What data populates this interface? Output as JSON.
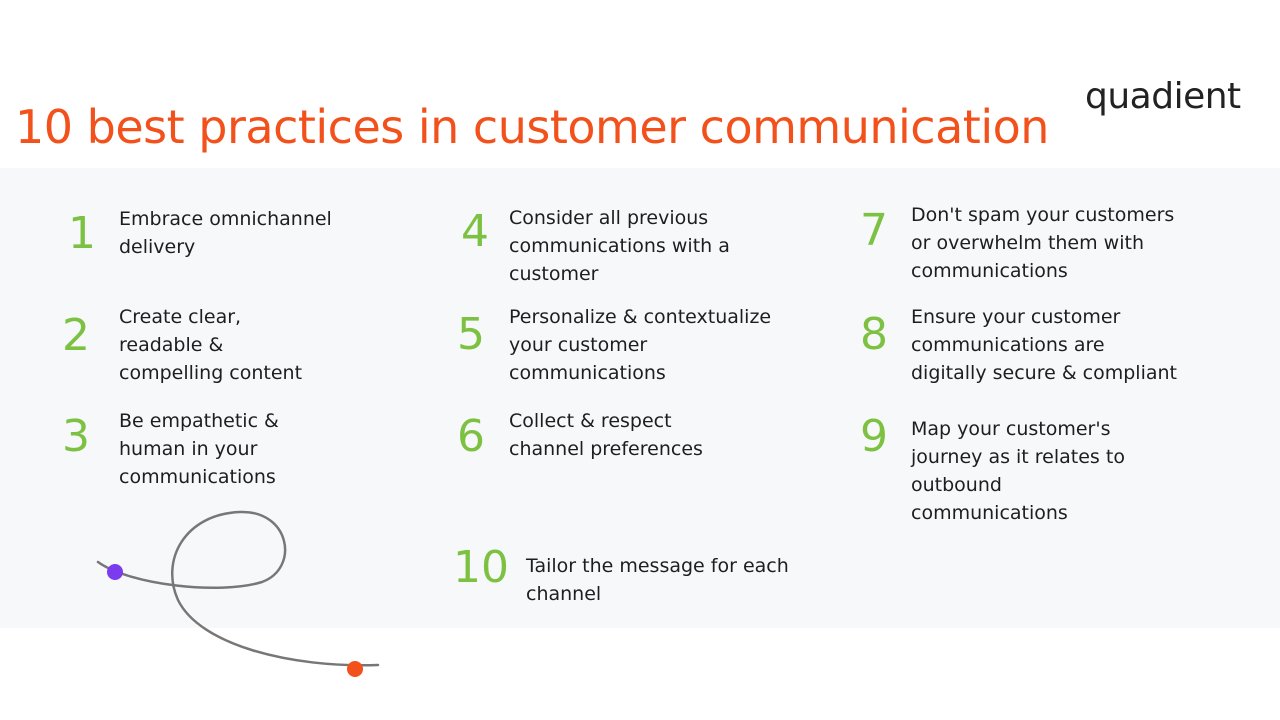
{
  "header": {
    "title": "10 best practices in customer communication",
    "logo_left": "quadi",
    "logo_mark": "ent",
    "logo_accent_color": "#f2511c"
  },
  "colors": {
    "title": "#f2511c",
    "number": "#7dc142",
    "band_bg": "#f7f8f9",
    "dot_purple": "#7b3cf0",
    "dot_orange": "#f2511c"
  },
  "practices": [
    {
      "number": "1",
      "lines": [
        "Embrace omnichannel",
        "delivery"
      ]
    },
    {
      "number": "2",
      "lines": [
        "Create clear,",
        "readable &",
        "compelling content"
      ]
    },
    {
      "number": "3",
      "lines": [
        "Be empathetic &",
        "human in your",
        "communications"
      ]
    },
    {
      "number": "4",
      "lines": [
        "Consider all previous",
        "communications with a",
        "customer"
      ]
    },
    {
      "number": "5",
      "lines": [
        "Personalize & contextualize",
        "your customer",
        "communications"
      ]
    },
    {
      "number": "6",
      "lines": [
        "Collect & respect",
        "channel preferences"
      ]
    },
    {
      "number": "7",
      "lines": [
        "Don't spam your customers",
        "or overwhelm them with",
        "communications"
      ]
    },
    {
      "number": "8",
      "lines": [
        "Ensure your customer",
        "communications are",
        "digitally secure & compliant"
      ]
    },
    {
      "number": "9",
      "lines": [
        "Map your customer's",
        "journey as it relates to",
        "outbound",
        "communications"
      ]
    },
    {
      "number": "10",
      "lines": [
        "Tailor the message for each",
        "channel"
      ]
    }
  ]
}
